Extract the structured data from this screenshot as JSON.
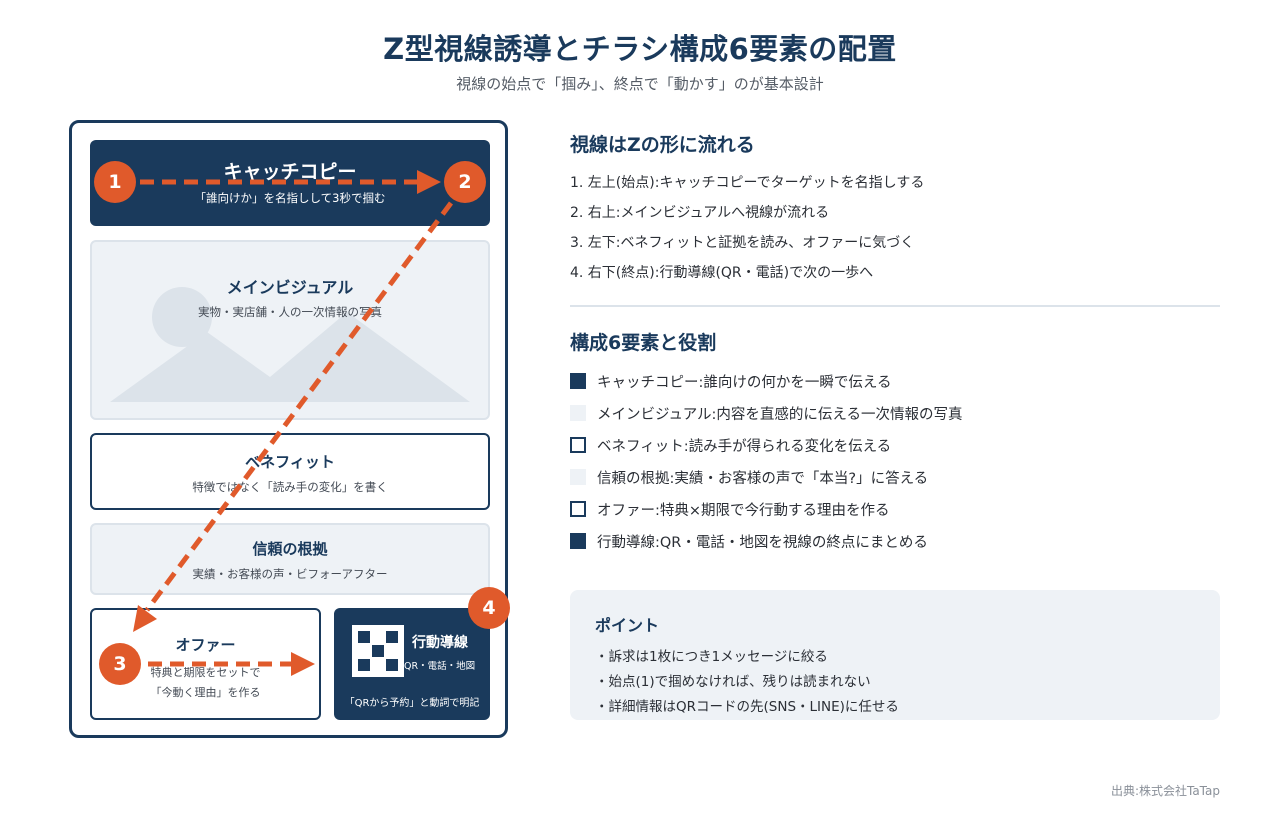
{
  "header": {
    "title": "Z型視線誘導とチラシ構成6要素の配置",
    "subtitle": "視線の始点で「掴み」、終点で「動かす」のが基本設計"
  },
  "flyer": {
    "catch": {
      "title": "キャッチコピー",
      "sub": "「誰向けか」を名指しして3秒で掴む"
    },
    "visual": {
      "title": "メインビジュアル",
      "sub": "実物・実店舗・人の一次情報の写真"
    },
    "benefit": {
      "title": "ベネフィット",
      "sub": "特徴ではなく「読み手の変化」を書く"
    },
    "trust": {
      "title": "信頼の根拠",
      "sub": "実績・お客様の声・ビフォーアフター"
    },
    "offer": {
      "title": "オファー",
      "sub1": "特典と期限をセットで",
      "sub2": "「今動く理由」を作る"
    },
    "action": {
      "title": "行動導線",
      "sub1": "QR・電話・地図",
      "sub2": "「QRから予約」と動詞で明記"
    },
    "markers": [
      "1",
      "2",
      "3",
      "4"
    ],
    "accent_color": "#e05a2b",
    "navy_color": "#1a3a5c"
  },
  "flow": {
    "heading": "視線はZの形に流れる",
    "items": [
      "1. 左上(始点):キャッチコピーでターゲットを名指しする",
      "2. 右上:メインビジュアルへ視線が流れる",
      "3. 左下:ベネフィットと証拠を読み、オファーに気づく",
      "4. 右下(終点):行動導線(QR・電話)で次の一歩へ"
    ]
  },
  "elements": {
    "heading": "構成6要素と役割",
    "items": [
      {
        "style": "dark",
        "text": "キャッチコピー:誰向けの何かを一瞬で伝える"
      },
      {
        "style": "light",
        "text": "メインビジュアル:内容を直感的に伝える一次情報の写真"
      },
      {
        "style": "outline",
        "text": "ベネフィット:読み手が得られる変化を伝える"
      },
      {
        "style": "light",
        "text": "信頼の根拠:実績・お客様の声で「本当?」に答える"
      },
      {
        "style": "outline",
        "text": "オファー:特典×期限で今行動する理由を作る"
      },
      {
        "style": "dark",
        "text": "行動導線:QR・電話・地図を視線の終点にまとめる"
      }
    ]
  },
  "point": {
    "heading": "ポイント",
    "items": [
      "・訴求は1枚につき1メッセージに絞る",
      "・始点(1)で掴めなければ、残りは読まれない",
      "・詳細情報はQRコードの先(SNS・LINE)に任せる"
    ]
  },
  "source": "出典:株式会社TaTap"
}
